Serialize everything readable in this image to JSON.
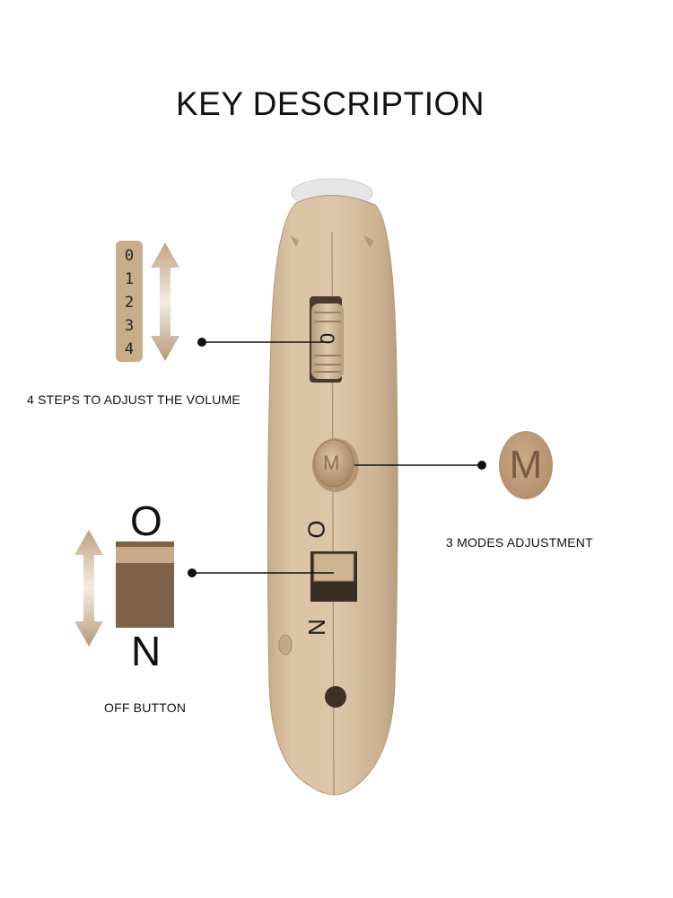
{
  "title": "KEY DESCRIPTION",
  "volume": {
    "caption": "4 STEPS TO ADJUST THE VOLUME",
    "steps": [
      "0",
      "1",
      "2",
      "3",
      "4"
    ],
    "wheel_label": "0"
  },
  "mode": {
    "caption": "3 MODES ADJUSTMENT",
    "icon_letter": "M",
    "button_letter": "M"
  },
  "switch": {
    "caption": "OFF BUTTON",
    "on_letter": "O",
    "off_letter": "N",
    "device_on_letter": "O",
    "device_off_letter": "N"
  },
  "colors": {
    "device_body": "#d8c0a2",
    "device_shadow": "#b99e80",
    "accent_dark": "#7e6148",
    "accent_light": "#c8ad8c"
  }
}
